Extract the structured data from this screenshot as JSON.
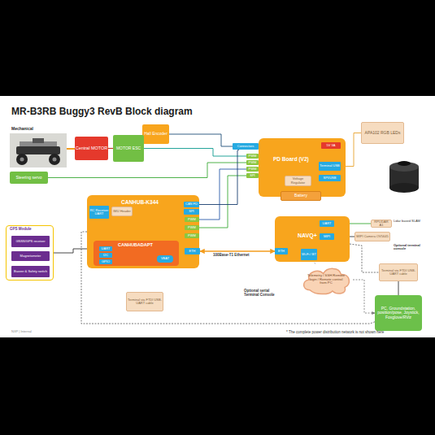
{
  "diagram": {
    "title": "MR-B3RB Buggy3 RevB Block diagram",
    "nodes": [
      {
        "text": [
          "Central MOTOR"
        ]
      },
      {
        "text": [
          "Hall Encoder"
        ]
      },
      {
        "text": [
          "MOTOR ESC"
        ]
      },
      {
        "text": [
          "Steering servo"
        ]
      },
      {
        "text": [
          "PD Board (V2)"
        ]
      },
      {
        "text": [
          "Connectors"
        ],
        "in": 4
      },
      {
        "text": [
          "5V 3A"
        ],
        "in": 4
      },
      {
        "text": [
          "PWM"
        ],
        "in": 4
      },
      {
        "text": [
          "PWM"
        ],
        "in": 4
      },
      {
        "text": [
          "PWM"
        ],
        "in": 4
      },
      {
        "text": [
          "SPI"
        ],
        "in": 4
      },
      {
        "text": [
          "Terminal USB"
        ],
        "in": 4
      },
      {
        "text": [
          "SPI/USB"
        ],
        "in": 4
      },
      {
        "text": [
          "Voltage Regulator"
        ],
        "in": 4
      },
      {
        "text": [
          "Battery"
        ],
        "in": 4
      },
      {
        "text": [
          "APA102 RGB LEDs"
        ]
      },
      {
        "text": [
          "RPLIDAR A1"
        ]
      },
      {
        "text": [
          "CANHUB-K344"
        ]
      },
      {
        "text": [
          "RC Receiver UART"
        ],
        "in": 17
      },
      {
        "text": [
          "IMU Header"
        ],
        "in": 17
      },
      {
        "text": [
          "CAN FD"
        ],
        "in": 17
      },
      {
        "text": [
          "SPI"
        ],
        "in": 17
      },
      {
        "text": [
          "PWM"
        ],
        "in": 17
      },
      {
        "text": [
          "PWM"
        ],
        "in": 17
      },
      {
        "text": [
          "PWM"
        ],
        "in": 17
      },
      {
        "text": [
          "ETH"
        ],
        "in": 17
      },
      {
        "text": [
          "CANHUBADAPT"
        ],
        "in": 17
      },
      {
        "text": [
          "UART"
        ],
        "in": 26
      },
      {
        "text": [
          "I2C"
        ],
        "in": 26
      },
      {
        "text": [
          "GPIO"
        ],
        "in": 26
      },
      {
        "text": [
          "VBAT"
        ],
        "in": 26
      },
      {
        "text": [
          "GPS Module"
        ]
      },
      {
        "text": [
          "GNSS/GPS receiver"
        ],
        "in": 31
      },
      {
        "text": [
          "Magnetometer"
        ],
        "in": 31
      },
      {
        "text": [
          "Buzzer & Safety switch"
        ],
        "in": 31
      },
      {
        "text": [
          "NAVQ+"
        ]
      },
      {
        "text": [
          "UART"
        ],
        "in": 35
      },
      {
        "text": [
          "MIPI"
        ],
        "in": 35
      },
      {
        "text": [
          "ETH"
        ],
        "in": 35
      },
      {
        "text": [
          "Wi-Fi / BT"
        ],
        "in": 35
      },
      {
        "text": [
          "MIPI Camera OV5645"
        ]
      },
      {
        "text": [
          "Terminal via FTDI USB-UART cable"
        ]
      },
      {
        "text": [
          "Telemetry / SSH Remote login / Remote control from PC"
        ]
      },
      {
        "text": [
          "Terminal via FTDI USB-UART cable"
        ]
      },
      {
        "text": [
          "PC, Groundstation, position/pose, Joystick, Foxglove/RViz"
        ]
      }
    ],
    "edges": [
      {
        "from": 0,
        "to": 2,
        "arrow": "none"
      },
      {
        "from": 2,
        "to": 7,
        "arrow": "none"
      },
      {
        "from": 1,
        "to": 5,
        "arrow": "none"
      },
      {
        "from": 8,
        "to": 3,
        "arrow": "none"
      },
      {
        "from": 22,
        "to": 9,
        "arrow": "none"
      },
      {
        "from": 23,
        "to": 10,
        "arrow": "none"
      },
      {
        "from": 20,
        "to": 5,
        "arrow": "none"
      },
      {
        "from": 11,
        "to": 15,
        "arrow": "none"
      },
      {
        "from": 25,
        "to": 38,
        "label": "100Base-T1 Ethernet",
        "arrow": "both"
      },
      {
        "from": 36,
        "to": 16,
        "arrow": "none"
      },
      {
        "from": 40,
        "to": 37,
        "arrow": "none"
      },
      {
        "from": 31,
        "to": 27,
        "arrow": "none"
      },
      {
        "from": 39,
        "to": 42,
        "arrow": "none"
      },
      {
        "from": 42,
        "to": 44,
        "arrow": "to"
      },
      {
        "from": 41,
        "to": 44,
        "arrow": "none"
      },
      {
        "from": 35,
        "to": 41,
        "arrow": "none"
      },
      {
        "from": 17,
        "to": 44,
        "arrow": "none"
      }
    ],
    "labels": [
      "Mechanical",
      "Lidar based SLAM",
      "Optional terminal console",
      "Optional serial Terminal Console",
      "* The complete power distribution network is not shown here",
      "NXP | Internal"
    ]
  }
}
